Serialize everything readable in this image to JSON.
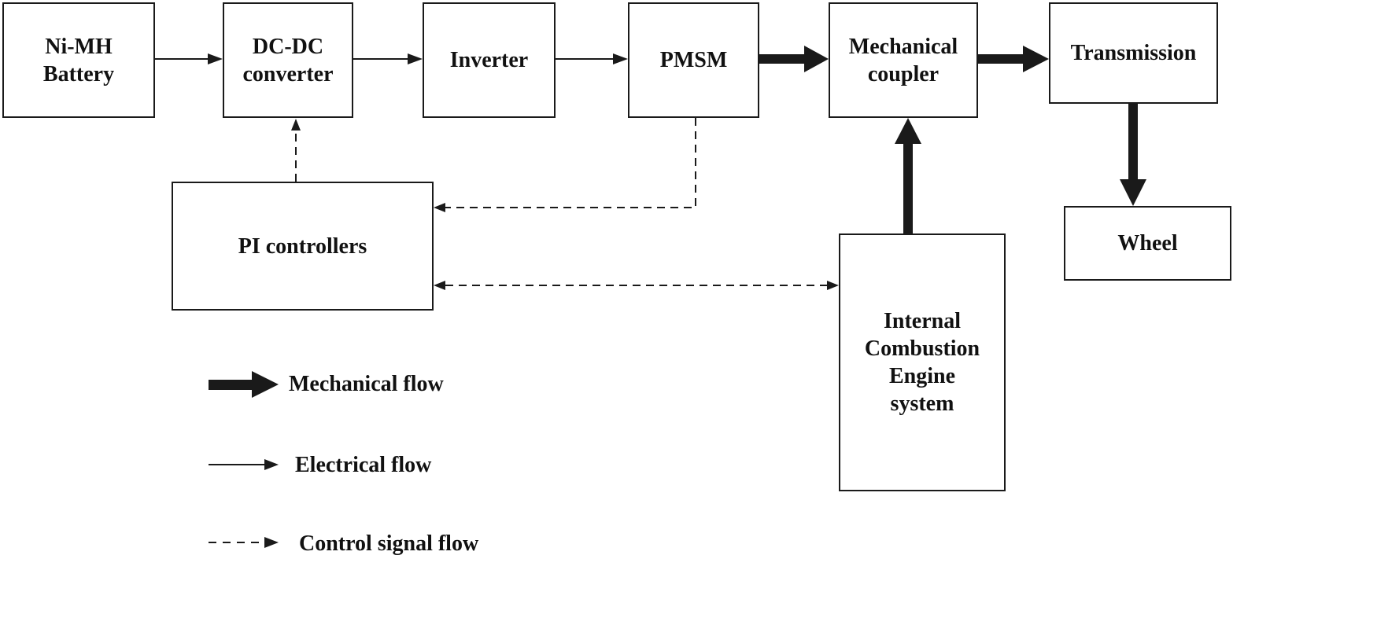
{
  "blocks": {
    "battery": "Ni-MH\nBattery",
    "dcdc": "DC-DC\nconverter",
    "inverter": "Inverter",
    "pmsm": "PMSM",
    "coupler": "Mechanical\ncoupler",
    "transmission": "Transmission",
    "wheel": "Wheel",
    "pi": "PI controllers",
    "ice": "Internal\nCombustion\nEngine\nsystem"
  },
  "legend": {
    "mechanical": "Mechanical flow",
    "electrical": "Electrical flow",
    "control": "Control signal flow"
  },
  "colors": {
    "ink": "#1a1a1a",
    "background": "#ffffff"
  }
}
